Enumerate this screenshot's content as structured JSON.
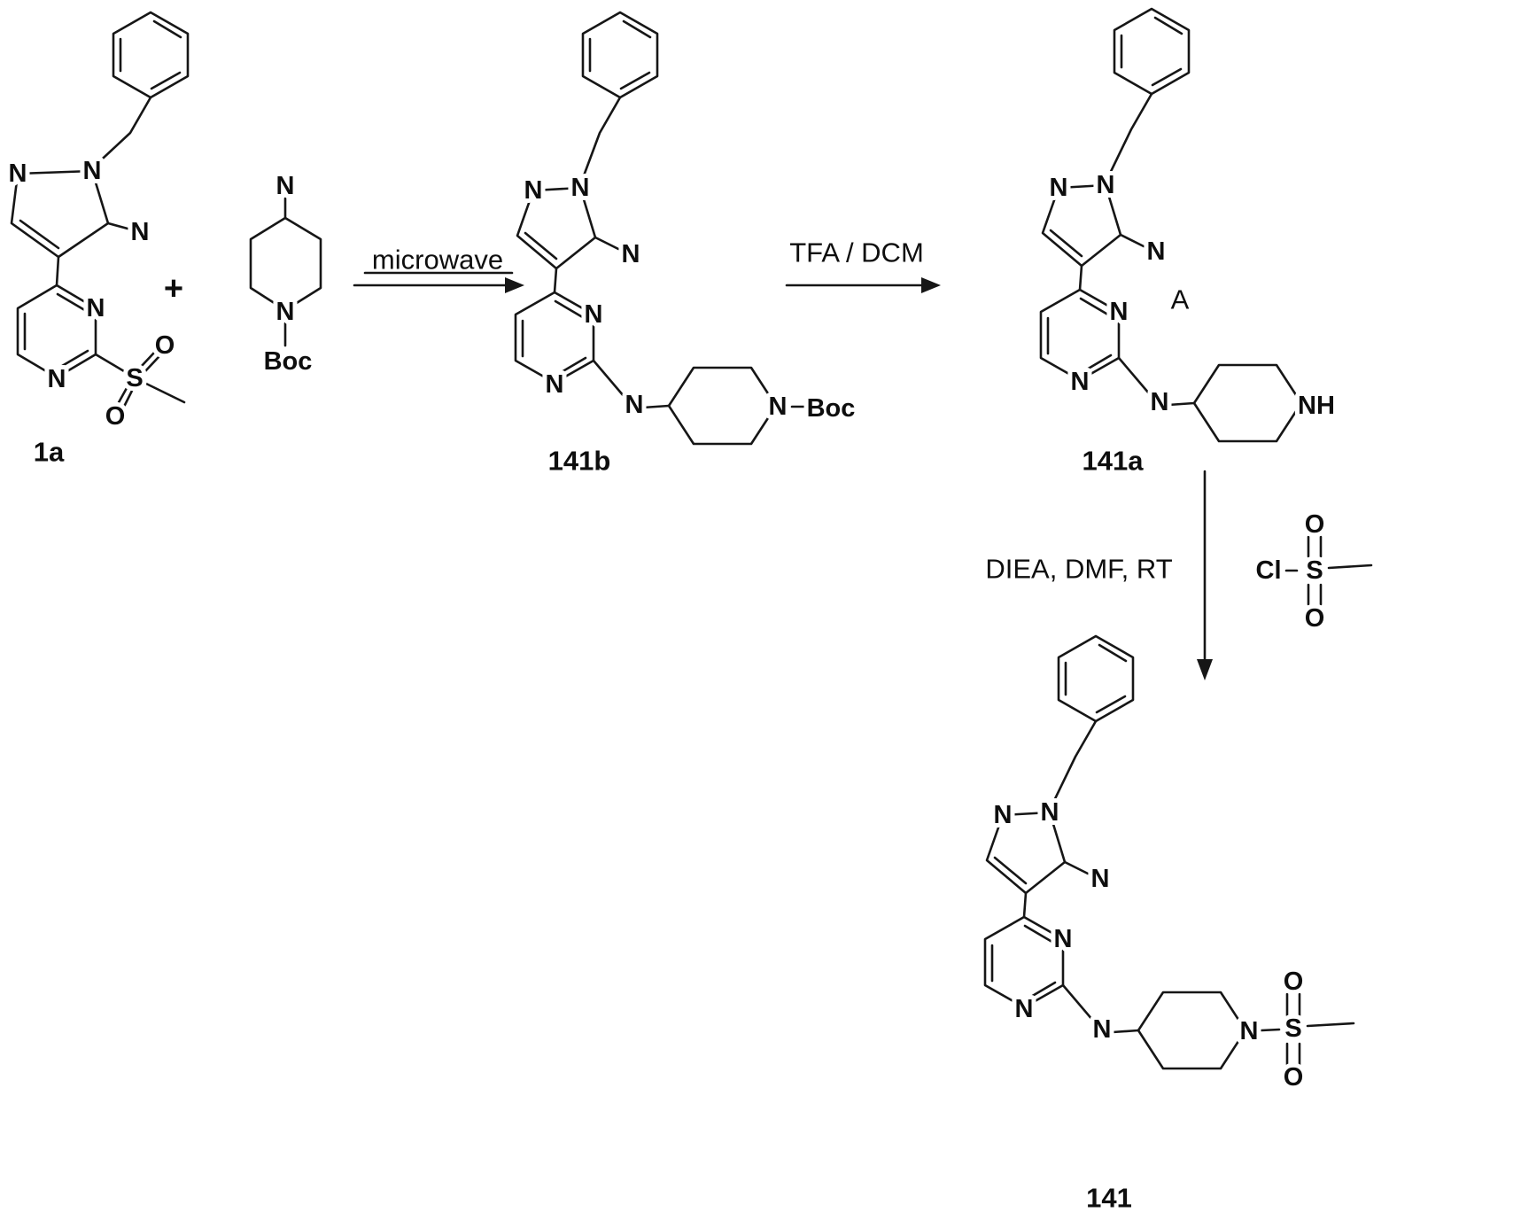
{
  "scheme": {
    "colors": {
      "ink": "#161616",
      "background": "#ffffff"
    },
    "plus_sign": "+",
    "intermediate_tag": "A",
    "compound_labels": {
      "c1a": "1a",
      "c141b": "141b",
      "c141a": "141a",
      "c141": "141"
    },
    "conditions": {
      "step1": "microwave",
      "step2": "TFA / DCM",
      "step3": "DIEA, DMF, RT"
    },
    "atom_labels": {
      "n": "N",
      "nh": "NH",
      "o": "O",
      "s": "S",
      "cl": "Cl",
      "boc": "Boc"
    }
  }
}
